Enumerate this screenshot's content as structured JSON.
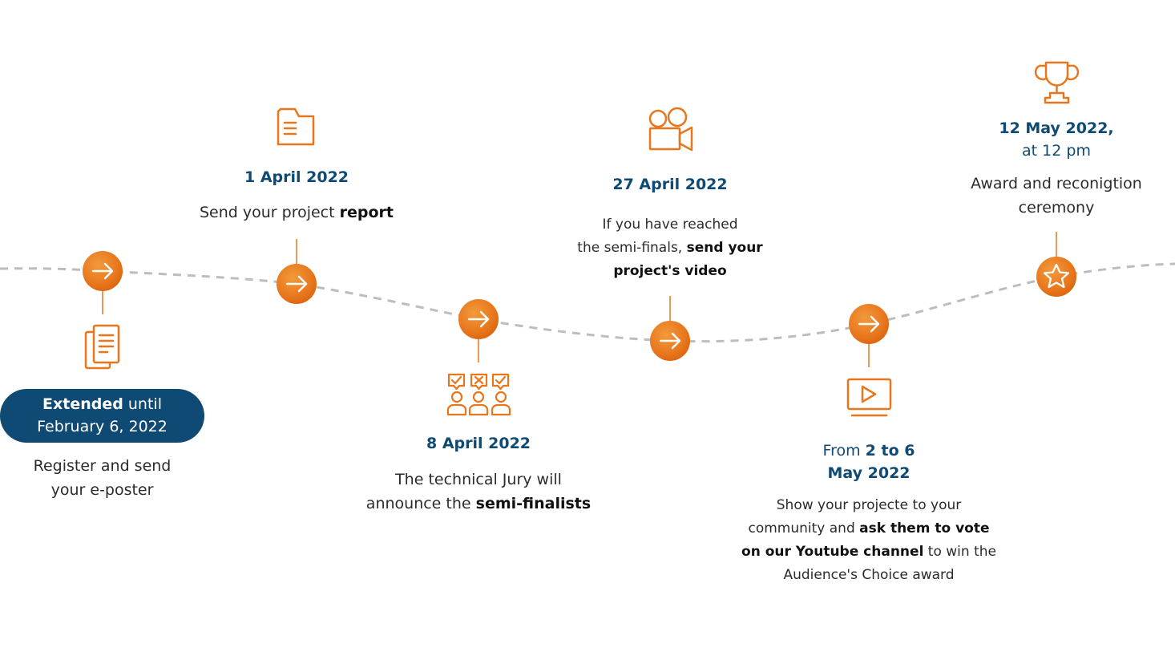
{
  "colors": {
    "accent": "#e8761c",
    "navy": "#0e4a73",
    "dashed_line": "#bdbdbd"
  },
  "steps": [
    {
      "icon": "documents-icon",
      "pill_bold": "Extended",
      "pill_rest": " until",
      "pill_line2": "February 6, 2022",
      "desc_line1": "Register and send",
      "desc_line2": "your e-poster"
    },
    {
      "icon": "folder-document-icon",
      "date": "1 April 2022",
      "desc_plain": "Send your project ",
      "desc_bold": "report"
    },
    {
      "icon": "jury-vote-icon",
      "date": "8 April 2022",
      "desc_line1": "The technical Jury will",
      "desc_line2_plain": "announce the ",
      "desc_line2_bold": "semi-finalists"
    },
    {
      "icon": "video-camera-icon",
      "date": "27 April 2022",
      "desc_line1": "If you have reached",
      "desc_line2_plain": "the semi-finals, ",
      "desc_line2_bold": "send your",
      "desc_line3_bold": "project's video"
    },
    {
      "icon": "video-play-icon",
      "date_plain": "From ",
      "date_bold": "2 to 6",
      "date_line2": "May 2022",
      "desc_line1": "Show your projecte to your",
      "desc_line2_plain": "community and ",
      "desc_line2_bold": "ask them to vote",
      "desc_line3_bold": "on our Youtube channel",
      "desc_line3_plain": " to win the",
      "desc_line4": "Audience's Choice award"
    },
    {
      "icon": "trophy-icon",
      "marker_icon": "star-icon",
      "date": "12 May 2022,",
      "time": "at 12 pm",
      "desc_line1": "Award and reconigtion",
      "desc_line2": "ceremony"
    }
  ]
}
